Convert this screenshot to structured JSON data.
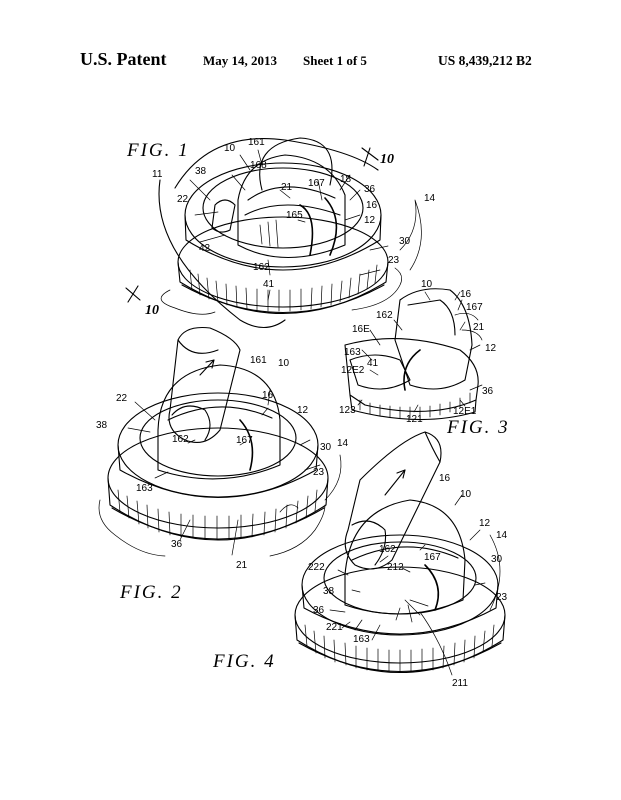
{
  "header": {
    "assignee": "U.S. Patent",
    "date": "May 14, 2013",
    "sheet": "Sheet 1 of 5",
    "patent_number": "US 8,439,212 B2"
  },
  "figures": [
    {
      "title": "FIG. 1",
      "section_marks": [
        "10",
        "10"
      ],
      "labels": [
        "10",
        "161",
        "168",
        "38",
        "11",
        "22",
        "21",
        "167",
        "18",
        "36",
        "16",
        "165",
        "12",
        "14",
        "42",
        "30",
        "162",
        "41",
        "23"
      ]
    },
    {
      "title": "FIG. 2",
      "labels": [
        "161",
        "10",
        "16",
        "22",
        "38",
        "12",
        "162",
        "167",
        "30",
        "14",
        "23",
        "163",
        "36",
        "21"
      ]
    },
    {
      "title": "FIG. 3",
      "labels": [
        "10",
        "16",
        "162",
        "167",
        "16E",
        "21",
        "12",
        "163",
        "41",
        "12E2",
        "36",
        "123",
        "121",
        "12E1"
      ]
    },
    {
      "title": "FIG. 4",
      "labels": [
        "16",
        "10",
        "12",
        "14",
        "162",
        "167",
        "30",
        "222",
        "212",
        "38",
        "23",
        "36",
        "221",
        "163",
        "211"
      ]
    }
  ]
}
